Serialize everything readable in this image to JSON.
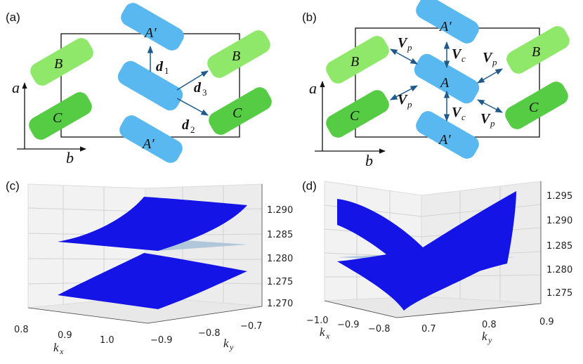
{
  "panels": {
    "a": {
      "label": "(a)",
      "molecules": {
        "a_prime_top": "A′",
        "a_prime_bottom": "A′",
        "b_left": "B",
        "b_right": "B",
        "c_left": "C",
        "c_right": "C"
      },
      "vectors": {
        "d1": "d",
        "d1_sub": "1",
        "d2": "d",
        "d2_sub": "2",
        "d3": "d",
        "d3_sub": "3"
      },
      "axes": {
        "vertical": "a",
        "horizontal": "b"
      }
    },
    "b": {
      "label": "(b)",
      "molecules": {
        "a_center": "A",
        "a_prime_top": "A′",
        "a_prime_bottom": "A′",
        "b_left": "B",
        "b_right": "B",
        "c_left": "C",
        "c_right": "C"
      },
      "couplings": {
        "vp": "V",
        "vp_sub": "p",
        "vc": "V",
        "vc_sub": "c"
      },
      "axes": {
        "vertical": "a",
        "horizontal": "b"
      }
    },
    "c": {
      "label": "(c)",
      "z_ticks": [
        "1.290",
        "1.285",
        "1.280",
        "1.275",
        "1.270"
      ],
      "kx_ticks": [
        "0.8",
        "0.9",
        "1.0"
      ],
      "ky_ticks": [
        "−0.9",
        "−0.8",
        "−0.7"
      ],
      "kx_label": "k",
      "kx_sub": "x",
      "ky_label": "k",
      "ky_sub": "y"
    },
    "d": {
      "label": "(d)",
      "z_ticks": [
        "1.295",
        "1.290",
        "1.285",
        "1.280",
        "1.275"
      ],
      "kx_ticks": [
        "−1.0",
        "−0.9",
        "−0.8"
      ],
      "ky_ticks": [
        "0.7",
        "0.8",
        "0.9"
      ],
      "kx_label": "k",
      "kx_sub": "x",
      "ky_label": "k",
      "ky_sub": "y"
    }
  },
  "colors": {
    "molecule_a": "#5ab8f0",
    "molecule_b": "#8fe86a",
    "molecule_c": "#55cc44",
    "surface": "#1414e6",
    "plane": "#a6bfd8",
    "arrow": "#1f5a8a"
  }
}
